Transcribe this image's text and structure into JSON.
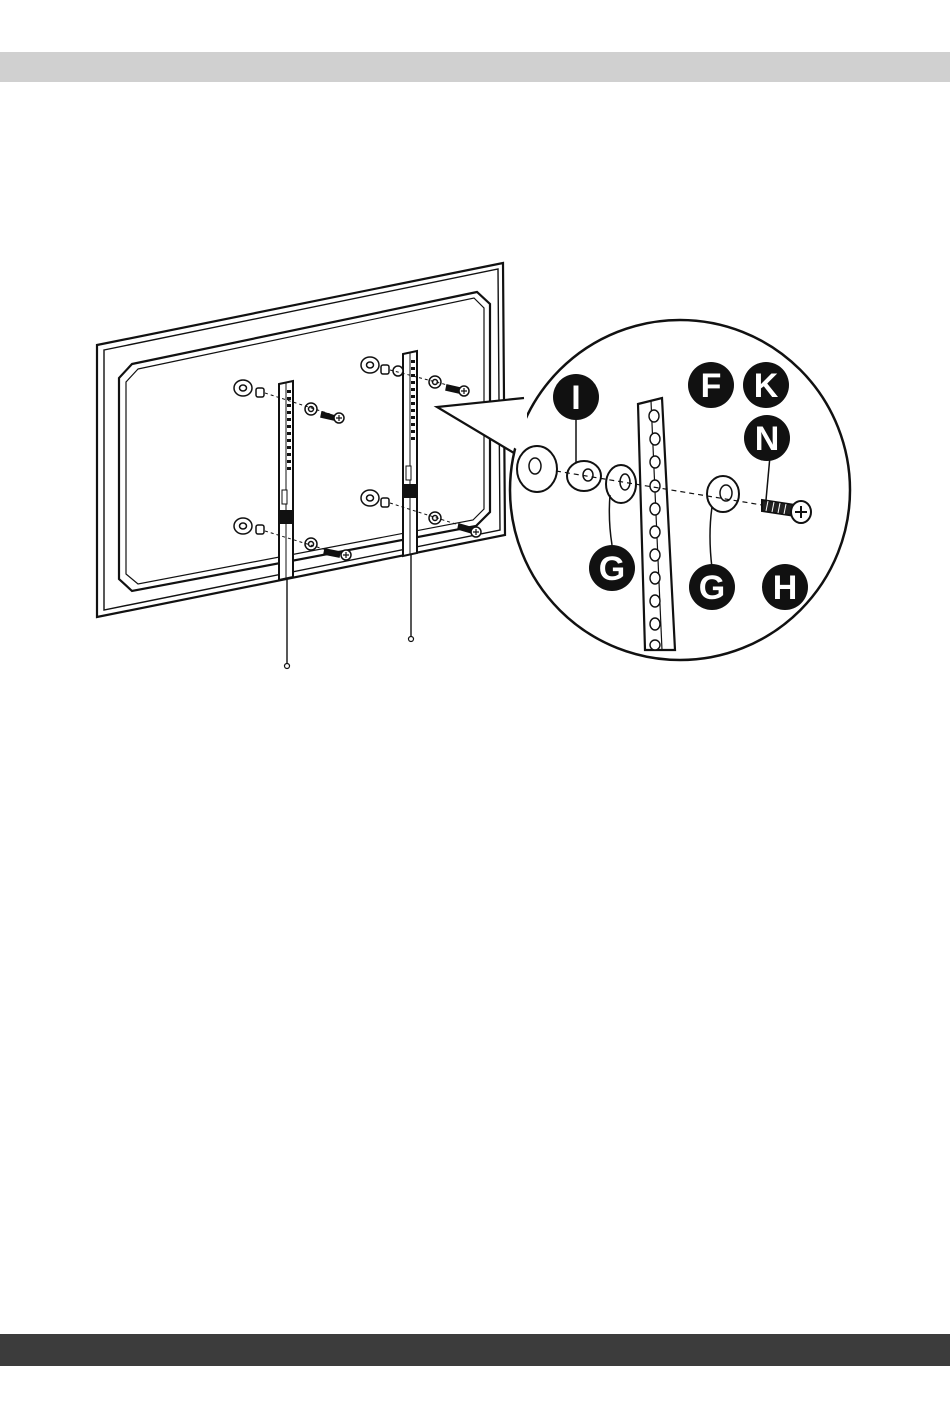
{
  "diagram": {
    "part_labels": {
      "I": "I",
      "F": "F",
      "K": "K",
      "N": "N",
      "G_left": "G",
      "G_right": "G",
      "H": "H"
    }
  }
}
